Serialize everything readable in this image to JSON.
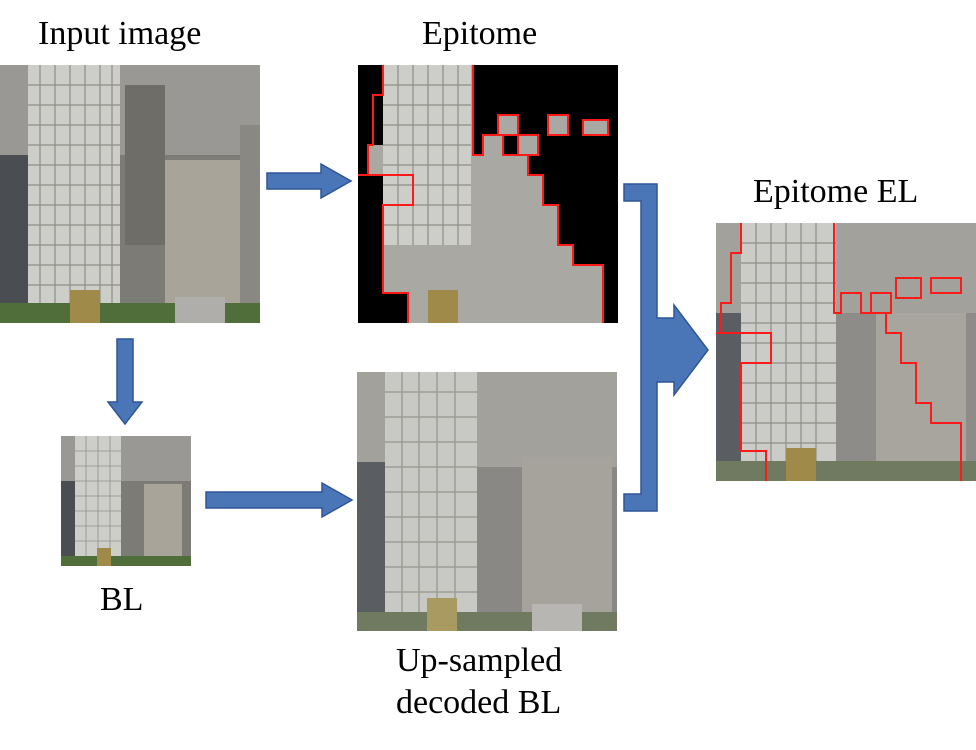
{
  "labels": {
    "input_image": "Input image",
    "epitome": "Epitome",
    "epitome_el": "Epitome EL",
    "bl": "BL",
    "upsampled_line1": "Up-sampled",
    "upsampled_line2": "decoded BL"
  },
  "colors": {
    "arrow_fill": "#4a76b8",
    "arrow_stroke": "#2f5597",
    "epitome_outline": "#ff1a1a",
    "epitome_mask": "#000000",
    "building_white": "#c9c9c6",
    "building_gray": "#8e8e88",
    "sky_haze": "#9a9894",
    "ground_green": "#4f6e3a"
  }
}
